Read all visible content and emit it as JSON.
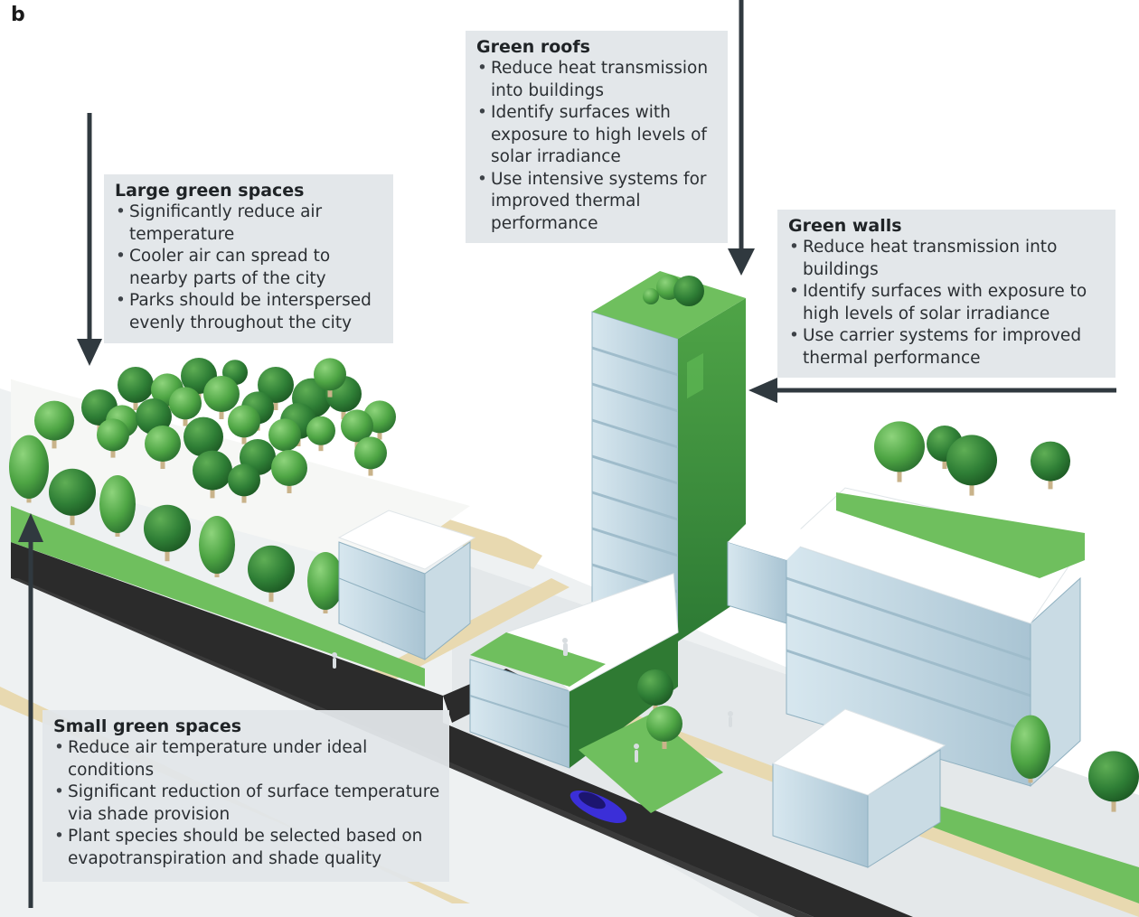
{
  "figure": {
    "panel_label": "b"
  },
  "colors": {
    "green_light": "#7cc86a",
    "green_mid": "#4ea544",
    "green_dark": "#2f7a33",
    "glass": "#b9d3e0",
    "road": "#2b2b2b",
    "path": "#e8d9b0",
    "arrow": "#30393f",
    "callout_bg": "#e2e6e9",
    "car": "#3b2fd8"
  },
  "callouts": {
    "green_roofs": {
      "title": "Green roofs",
      "items": [
        "Reduce heat transmission into buildings",
        "Identify surfaces with exposure to high levels of solar irradiance",
        "Use intensive systems for improved thermal performance"
      ]
    },
    "large_green_spaces": {
      "title": "Large green spaces",
      "items": [
        "Significantly reduce air temperature",
        "Cooler air can spread to nearby parts of the city",
        "Parks should be interspersed evenly throughout the city"
      ]
    },
    "green_walls": {
      "title": "Green walls",
      "items": [
        "Reduce heat transmission into buildings",
        "Identify surfaces with exposure to high levels of solar irradiance",
        "Use carrier systems for improved thermal performance"
      ]
    },
    "small_green_spaces": {
      "title": "Small green spaces",
      "items": [
        "Reduce air temperature under ideal conditions",
        "Significant reduction of surface temperature via shade provision",
        "Plant species should be selected based on evapotranspiration and shade quality"
      ]
    }
  },
  "icons": [
    "arrow-down-icon",
    "arrow-left-icon",
    "arrow-up-icon",
    "tree-icon",
    "person-icon",
    "car-icon"
  ]
}
